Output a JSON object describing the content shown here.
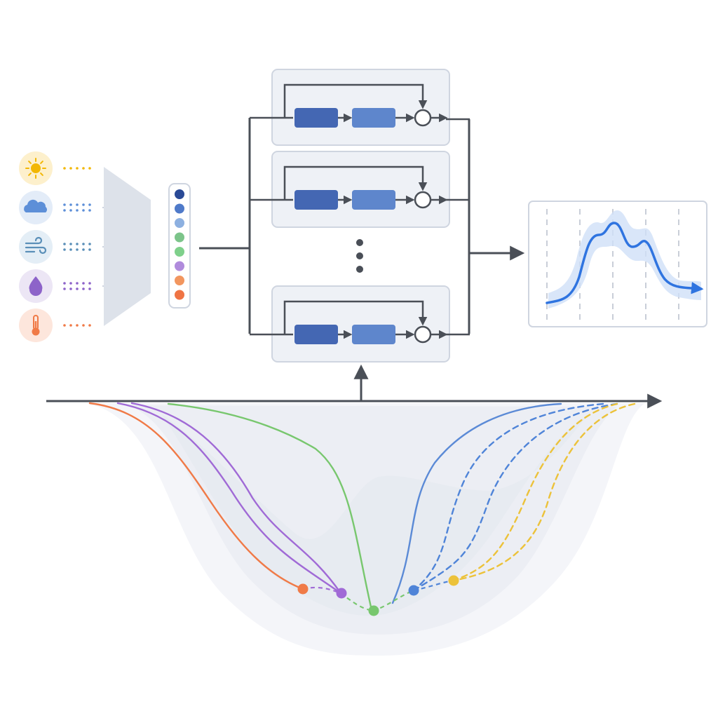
{
  "colors": {
    "background": "#ffffff",
    "line": "#4a4f57",
    "panel_fill": "#eef1f6",
    "panel_stroke": "#cfd5e0",
    "block_dark": "#4467b3",
    "block_light": "#5e86cc",
    "funnel": "#dde2ea",
    "valley": "#eef0f5",
    "chart_line": "#2f74e0",
    "chart_band": "#cfe0f8",
    "chart_grid": "#c9ced8"
  },
  "inputs": [
    {
      "icon": "sun-icon",
      "bg": "#fdf0cc",
      "color": "#f2b705",
      "dots": 5
    },
    {
      "icon": "cloud-icon",
      "bg": "#e3ecf8",
      "color": "#5d8fd8",
      "dots": 10
    },
    {
      "icon": "wind-icon",
      "bg": "#e4eef6",
      "color": "#5a8fb8",
      "dots": 10
    },
    {
      "icon": "droplet-icon",
      "bg": "#ece6f5",
      "color": "#8d63c9",
      "dots": 10
    },
    {
      "icon": "thermometer-icon",
      "bg": "#fde6dc",
      "color": "#f07a47",
      "dots": 5
    }
  ],
  "embedding": [
    "#2a4a96",
    "#4f7ac9",
    "#8db0e0",
    "#7cc48a",
    "#7fd08b",
    "#b08bdc",
    "#f2965f",
    "#ef7444"
  ],
  "blocks": [
    {
      "name": "block-1"
    },
    {
      "name": "block-2"
    },
    {
      "name": "block-n"
    }
  ],
  "paths": [
    {
      "color": "#f07a47",
      "style": "solid"
    },
    {
      "color": "#a06ad6",
      "style": "solid"
    },
    {
      "color": "#a06ad6",
      "style": "solid"
    },
    {
      "color": "#78c76e",
      "style": "solid"
    },
    {
      "color": "#5b8ad6",
      "style": "solid"
    },
    {
      "color": "#4f84d8",
      "style": "dashed"
    },
    {
      "color": "#4f84d8",
      "style": "dashed"
    },
    {
      "color": "#ecc23a",
      "style": "dashed"
    },
    {
      "color": "#ecc23a",
      "style": "dashed"
    }
  ],
  "endpoints": [
    "#f07a47",
    "#a06ad6",
    "#78c76e",
    "#4f84d8",
    "#ecc23a"
  ]
}
